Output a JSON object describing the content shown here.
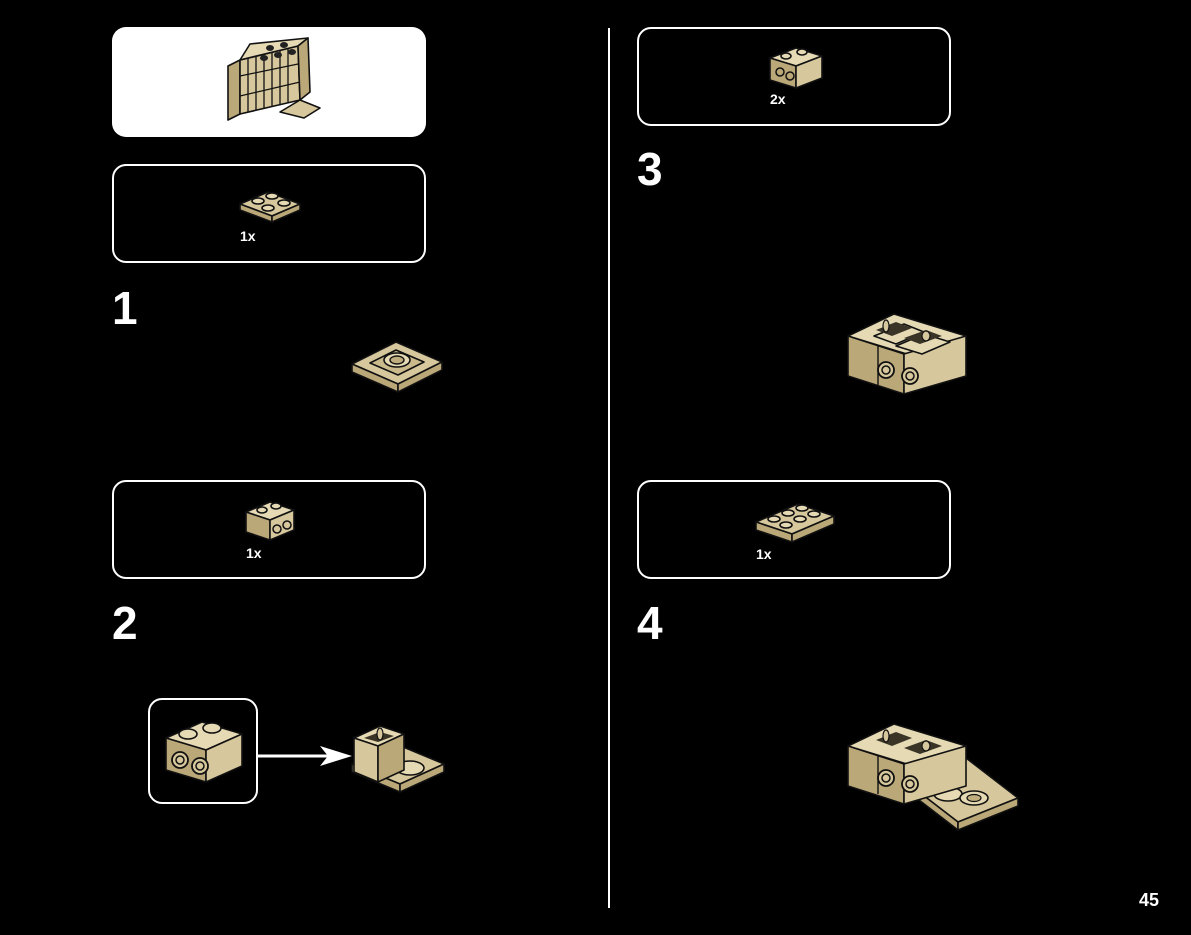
{
  "steps": {
    "s1": {
      "number": "1",
      "qty": "1x"
    },
    "s2": {
      "number": "2",
      "qty": "1x"
    },
    "s3": {
      "number": "3",
      "qty": "2x"
    },
    "s4": {
      "number": "4",
      "qty": "1x"
    }
  },
  "page_number": "45",
  "colors": {
    "background": "#000000",
    "brick": "#d6c79c",
    "outline": "#ffffff"
  },
  "icons": [
    "model-preview-icon",
    "plate-2x2-icon",
    "brick-1x2-icon",
    "plate-2x3-icon",
    "arrow-icon"
  ]
}
